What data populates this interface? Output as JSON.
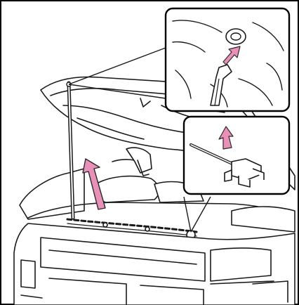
{
  "figure": {
    "kind": "hood-support-rod-illustration",
    "palette": {
      "line": "#1a1a1a",
      "fill": "#ffffff",
      "arrow": "#e890b8",
      "arrow_outline": "#2a2a2a",
      "frame": "#000000"
    },
    "icons": [
      "raised-hood",
      "hood-support-rod",
      "rod-socket-closeup",
      "rod-clip-closeup",
      "lift-arrow"
    ]
  }
}
